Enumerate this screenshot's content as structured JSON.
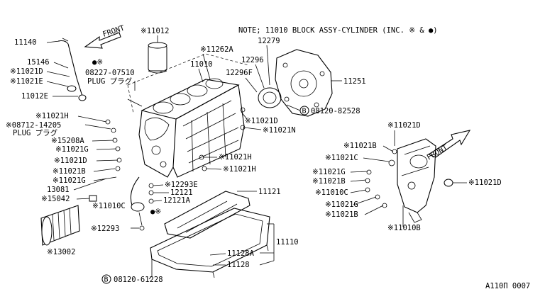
{
  "note": "NOTE; 11010 BLOCK ASSY-CYLINDER (INC. ※ & ●)",
  "front_main": "FRONT",
  "front_sub": "FRONT",
  "diagram_code": "A110Π 0007",
  "labels": {
    "l11140": "11140",
    "l15146": "15146",
    "l11021D_a": "※11021D",
    "l11021E_a": "※11021E",
    "l11012E": "11012E",
    "l11012": "※11012",
    "l08227": "08227-07510",
    "plug1": "PLUG プラグ",
    "l11262A": "※11262A",
    "l11010": "11010",
    "l12279": "12279",
    "l12296": "12296",
    "l12296F": "12296F",
    "l11251": "11251",
    "l08120_82528": "08120-82528",
    "l11021H_a": "※11021H",
    "l08712": "※08712-14205",
    "plug2": "PLUG プラグ",
    "l15208A": "※15208A",
    "l11021G_a": "※11021G",
    "l11021D_b": "※11021D",
    "l11021B_a": "※11021B",
    "l11021G_b": "※11021G",
    "l13081": "13081",
    "l15042": "※15042",
    "l11010C_a": "※11010C",
    "l11021D_c": "※11021D",
    "l11021N": "※11021N",
    "l11021H_b": "※11021H",
    "l11021H_c": "※11021H",
    "l12293E": "※12293E",
    "l12121": "12121",
    "l12121A": "12121A",
    "l11121": "11121",
    "l12293": "※12293",
    "l13002": "※13002",
    "l11110": "11110",
    "l11128A": "11128A",
    "l11128": "11128",
    "l08120_61228": "08120-61228",
    "r11021D_top": "※11021D",
    "r11021B_a": "※11021B",
    "r11021C": "※11021C",
    "r11021G_a": "※11021G",
    "r11021B_b": "※11021B",
    "r11010C": "※11010C",
    "r11021G_b": "※11021G",
    "r11021B_c": "※11021B",
    "r11010B": "※11010B",
    "r11021D_right": "※11021D",
    "circleB": "B",
    "dot_mark": "●※"
  }
}
